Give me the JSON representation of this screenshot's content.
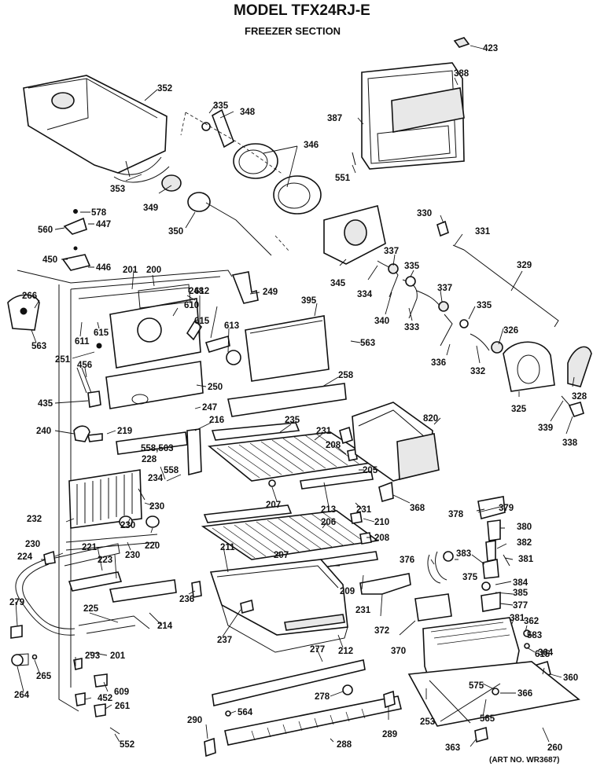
{
  "title": "MODEL TFX24RJ-E",
  "subtitle": "FREEZER SECTION",
  "art_number": "(ART NO. WR3687)",
  "callouts": {
    "c423": "423",
    "c388": "388",
    "c387": "387",
    "c551": "551",
    "c352": "352",
    "c335a": "335",
    "c348": "348",
    "c346": "346",
    "c353": "353",
    "c349": "349",
    "c350": "350",
    "c578": "578",
    "c560": "560",
    "c447": "447",
    "c450": "450",
    "c446": "446",
    "c330": "330",
    "c331": "331",
    "c329": "329",
    "c337a": "337",
    "c335b": "335",
    "c345": "345",
    "c334": "334",
    "c340": "340",
    "c333": "333",
    "c337b": "337",
    "c335c": "335",
    "c326": "326",
    "c336": "336",
    "c332": "332",
    "c325": "325",
    "c328": "328",
    "c339": "339",
    "c338": "338",
    "c201a": "201",
    "c200": "200",
    "c248": "248",
    "c249": "249",
    "c266": "266",
    "c563a": "563",
    "c611": "611",
    "c615a": "615",
    "c610": "610",
    "c612": "612",
    "c615b": "615",
    "c613": "613",
    "c395": "395",
    "c563b": "563",
    "c251": "251",
    "c456": "456",
    "c435": "435",
    "c250": "250",
    "c258": "258",
    "c247": "247",
    "c240": "240",
    "c219": "219",
    "c216": "216",
    "c235": "235",
    "c231a": "231",
    "c820": "820",
    "c208a": "208",
    "c558_563": "558,563",
    "c228": "228",
    "c558": "558",
    "c234": "234",
    "c205": "205",
    "c207a": "207",
    "c213": "213",
    "c231b": "231",
    "c368": "368",
    "c230a": "230",
    "c232": "232",
    "c230b": "230",
    "c220": "220",
    "c230c": "230",
    "c210": "210",
    "c206": "206",
    "c208b": "208",
    "c207b": "207",
    "c211": "211",
    "c379": "379",
    "c378": "378",
    "c380": "380",
    "c382": "382",
    "c224": "224",
    "c221": "221",
    "c223": "223",
    "c236": "236",
    "c376": "376",
    "c375": "375",
    "c383": "383",
    "c381a": "381",
    "c384": "384",
    "c385": "385",
    "c377": "377",
    "c209": "209",
    "c231c": "231",
    "c279": "279",
    "c225": "225",
    "c214": "214",
    "c237": "237",
    "c372": "372",
    "c381b": "381",
    "c362": "362",
    "c583": "583",
    "c615c": "615",
    "c364": "364",
    "c212": "212",
    "c277": "277",
    "c370": "370",
    "c264": "264",
    "c265": "265",
    "c293": "293",
    "c201b": "201",
    "c609": "609",
    "c452": "452",
    "c261": "261",
    "c278": "278",
    "c575": "575",
    "c366": "366",
    "c360": "360",
    "c253": "253",
    "c564": "564",
    "c290": "290",
    "c289": "289",
    "c565": "565",
    "c552": "552",
    "c288": "288",
    "c363": "363",
    "c260": "260"
  }
}
